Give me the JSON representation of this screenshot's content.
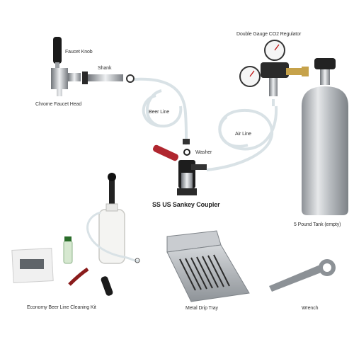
{
  "labels": {
    "faucet_knob": "Faucet Knob",
    "shank": "Shank",
    "chrome_faucet_head": "Chrome Faucet Head",
    "beer_line": "Beer Line",
    "washer": "Washer",
    "air_line": "Air Line",
    "regulator": "Double Gauge CO2 Regulator",
    "coupler": "SS US Sankey Coupler",
    "tank": "5 Pound Tank (empty)",
    "cleaning_kit": "Economy Beer Line Cleaning Kit",
    "drip_tray": "Metal Drip Tray",
    "wrench": "Wrench"
  },
  "colors": {
    "tube": "#e9eef0",
    "metal": "#b8bcc0",
    "handle": "#111111",
    "coupler_handle": "#b0262f",
    "tank": "#c6c9cc"
  }
}
